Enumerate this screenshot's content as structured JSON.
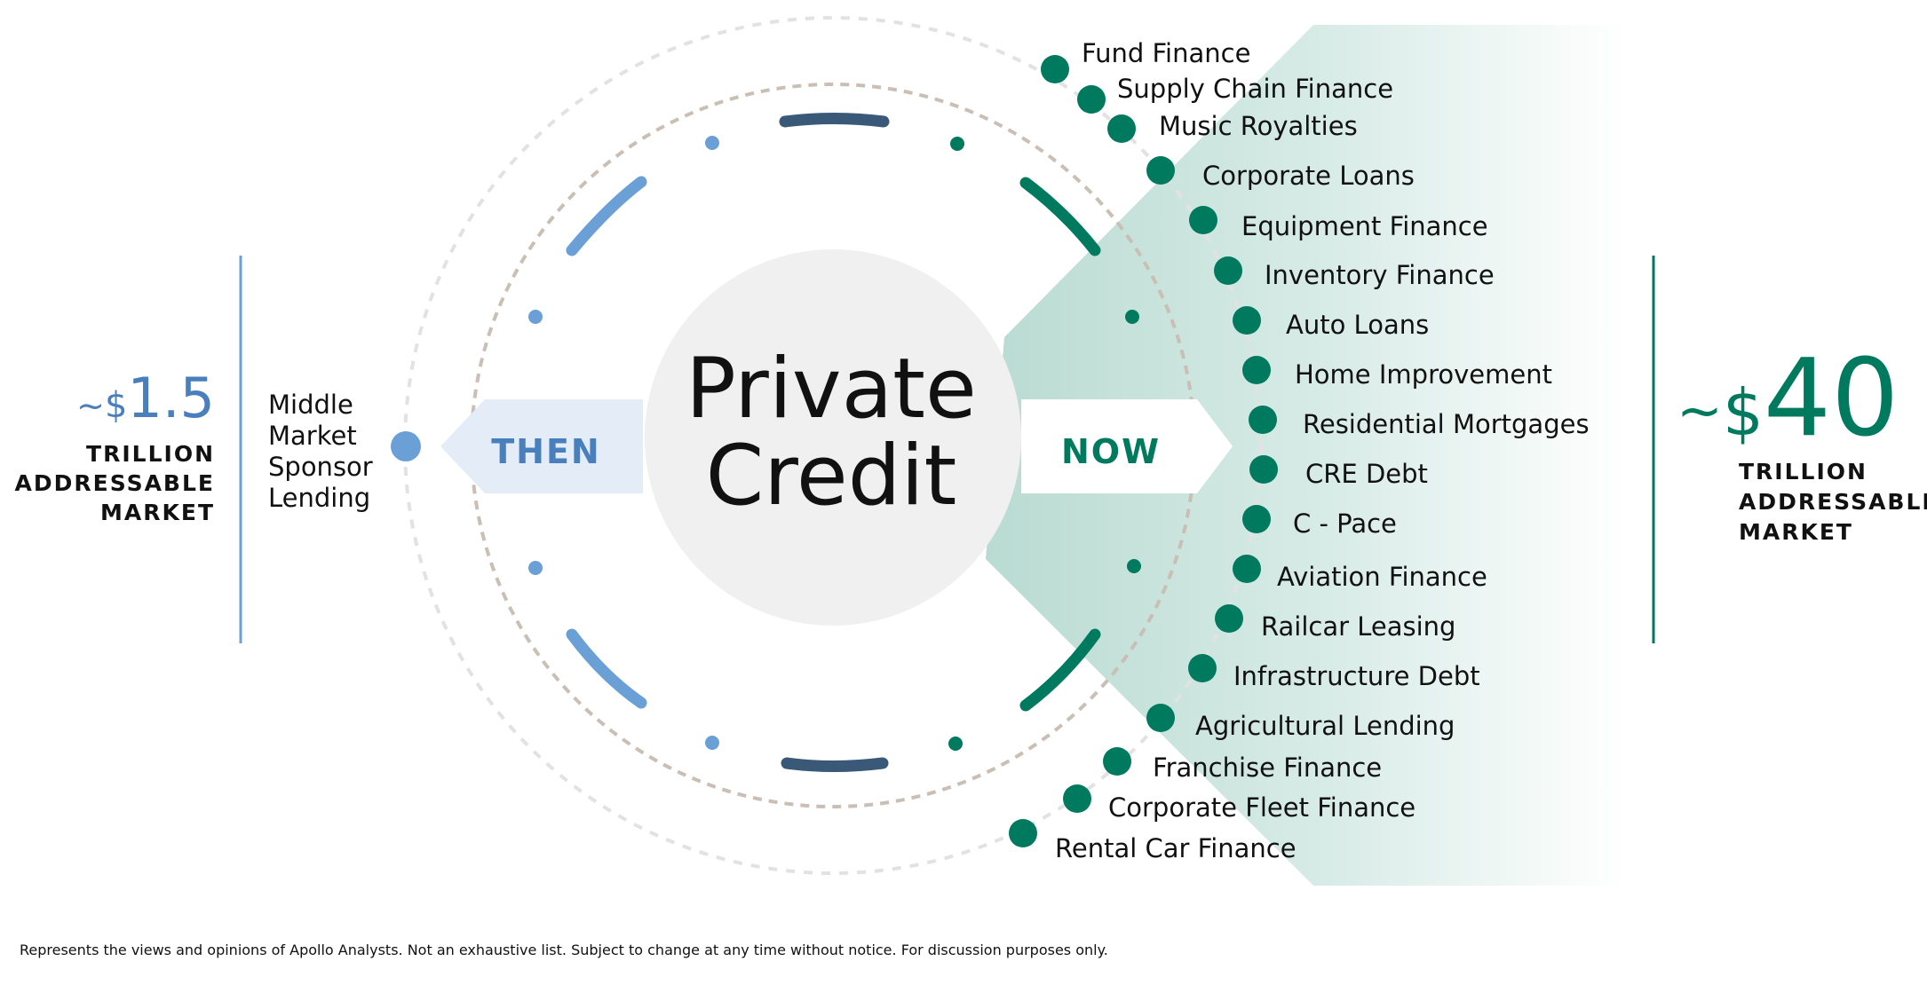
{
  "center": {
    "line1": "Private",
    "line2": "Credit"
  },
  "then": {
    "label": "THEN",
    "tilde": "~",
    "currency": "$",
    "amount": "1.5",
    "market_lines": [
      "TRILLION",
      "ADDRESSABLE",
      "MARKET"
    ],
    "items_lines": [
      "Middle",
      "Market",
      "Sponsor",
      "Lending"
    ]
  },
  "now": {
    "label": "NOW",
    "tilde": "~",
    "currency": "$",
    "amount": "40",
    "market_lines": [
      "TRILLION",
      "ADDRESSABLE",
      "MARKET"
    ],
    "items": [
      "Fund Finance",
      "Supply Chain Finance",
      "Music Royalties",
      "Corporate Loans",
      "Equipment Finance",
      "Inventory Finance",
      "Auto Loans",
      "Home Improvement",
      "Residential Mortgages",
      "CRE Debt",
      "C - Pace",
      "Aviation Finance",
      "Railcar Leasing",
      "Infrastructure Debt",
      "Agricultural Lending",
      "Franchise Finance",
      "Corporate Fleet Finance",
      "Rental Car Finance"
    ]
  },
  "footnote": "Represents the views and opinions of Apollo Analysts. Not an exhaustive list. Subject to change at any time without notice. For discussion purposes only.",
  "colors": {
    "blue": "#4a7fbd",
    "light_blue": "#6aa0d6",
    "navy": "#3a5878",
    "green": "#007a5e",
    "teal_fill": "#c9e3dc",
    "then_fill": "#e3ecf7"
  }
}
